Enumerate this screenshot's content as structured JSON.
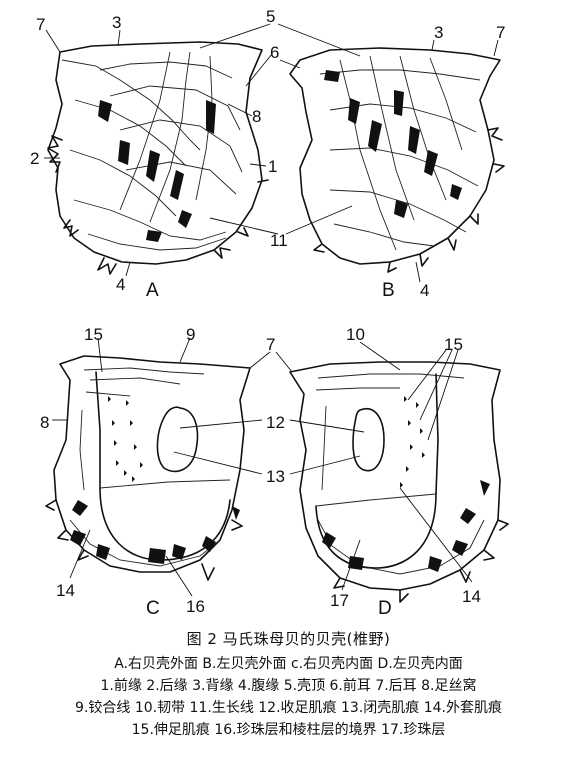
{
  "panels": {
    "a": "A",
    "b": "B",
    "c": "C",
    "d": "D"
  },
  "labels": {
    "n1": "1",
    "n2": "2",
    "n3": "3",
    "n4": "4",
    "n5": "5",
    "n6": "6",
    "n7": "7",
    "n8": "8",
    "n9": "9",
    "n10": "10",
    "n11": "11",
    "n12": "12",
    "n13": "13",
    "n14": "14",
    "n15": "15",
    "n16": "16",
    "n17": "17"
  },
  "caption": {
    "title": "图 2    马氏珠母贝的贝壳(椎野)",
    "line1": "A.右贝壳外面   B.左贝壳外面   c.右贝壳内面   D.左贝壳内面",
    "line2": "1.前缘  2.后缘  3.背缘  4.腹缘  5.壳顶  6.前耳  7.后耳  8.足丝窝",
    "line3": "9.铰合线  10.韧带  11.生长线  12.收足肌痕  13.闭壳肌痕  14.外套肌痕",
    "line4": "15.伸足肌痕  16.珍珠层和棱柱层的境界  17.珍珠层"
  }
}
